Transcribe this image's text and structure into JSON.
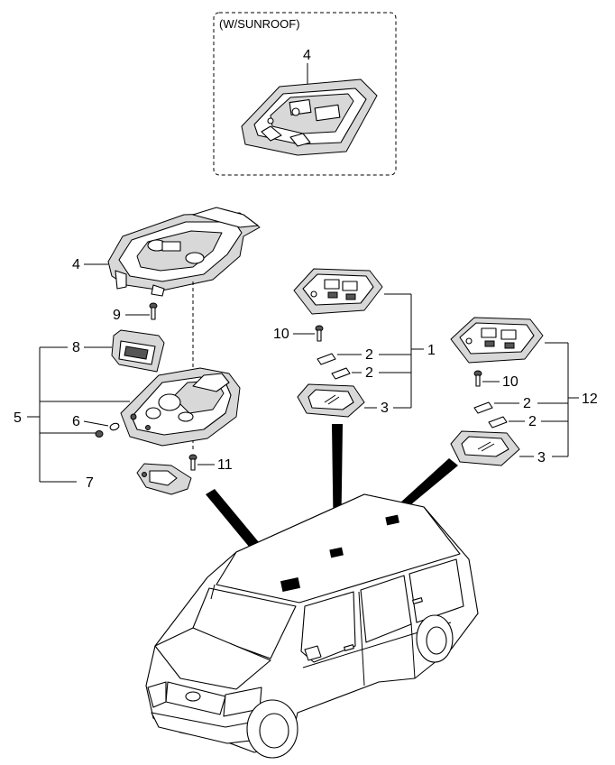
{
  "inset": {
    "title": "(W/SUNROOF)",
    "part_label": "4"
  },
  "labels": {
    "l4": "4",
    "l9": "9",
    "l8": "8",
    "l5": "5",
    "l6": "6",
    "l7": "7",
    "l11": "11",
    "l10a": "10",
    "l2a": "2",
    "l2b": "2",
    "l1": "1",
    "l3a": "3",
    "l10b": "10",
    "l2c": "2",
    "l2d": "2",
    "l12": "12",
    "l3b": "3"
  }
}
